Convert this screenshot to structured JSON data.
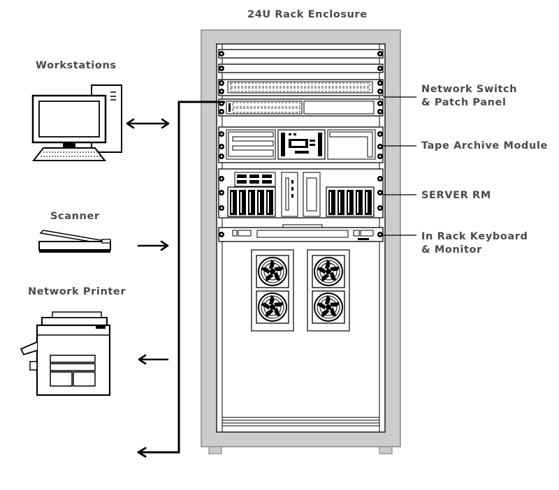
{
  "title": "24U Rack Enclosure",
  "devices": {
    "workstations": "Workstations",
    "scanner": "Scanner",
    "printer": "Network Printer"
  },
  "rack_labels": {
    "network_switch_line1": "Network Switch",
    "network_switch_line2": "& Patch Panel",
    "tape_archive": "Tape Archive Module",
    "server": "SERVER RM",
    "keyboard_line1": "In Rack Keyboard",
    "keyboard_line2": "& Monitor"
  },
  "colors": {
    "ink": "#000000",
    "label": "#4a4a4a",
    "rack_shell": "#cccccc",
    "rack_frame": "#888888",
    "panel": "#ffffff"
  }
}
